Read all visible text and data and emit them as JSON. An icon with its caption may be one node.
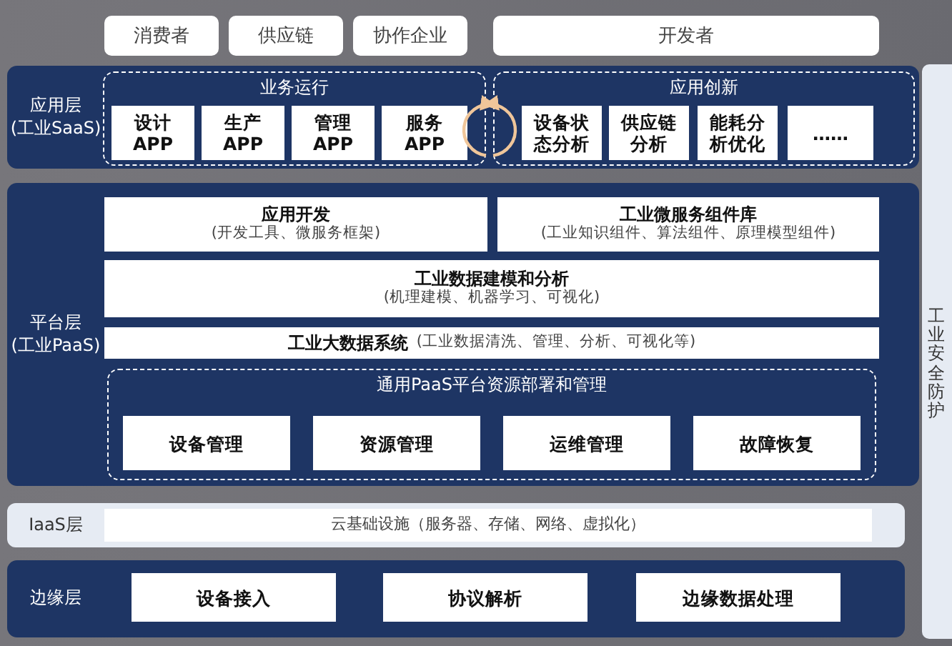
{
  "diagram": {
    "nodes": [
      {
        "text": [
          "消费者"
        ]
      },
      {
        "text": [
          "供应链"
        ]
      },
      {
        "text": [
          "协作企业"
        ]
      },
      {
        "text": [
          "开发者"
        ]
      },
      {
        "text": [
          "应用层 (工业SaaS)"
        ]
      },
      {
        "text": [
          "业务运行"
        ],
        "in": 4
      },
      {
        "text": [
          "设计 APP"
        ],
        "in": 5
      },
      {
        "text": [
          "生产 APP"
        ],
        "in": 5
      },
      {
        "text": [
          "管理 APP"
        ],
        "in": 5
      },
      {
        "text": [
          "服务 APP"
        ],
        "in": 5
      },
      {
        "text": [
          "应用创新"
        ],
        "in": 4
      },
      {
        "text": [
          "设备状态分析"
        ],
        "in": 10
      },
      {
        "text": [
          "供应链分析"
        ],
        "in": 10
      },
      {
        "text": [
          "能耗分析优化"
        ],
        "in": 10
      },
      {
        "text": [
          "……"
        ],
        "in": 10
      },
      {
        "text": [
          "平台层 (工业PaaS)"
        ]
      },
      {
        "text": [
          "应用开发",
          "(开发工具、微服务框架)"
        ],
        "in": 15
      },
      {
        "text": [
          "工业微服务组件库",
          "(工业知识组件、算法组件、原理模型组件)"
        ],
        "in": 15
      },
      {
        "text": [
          "工业数据建模和分析",
          "(机理建模、机器学习、可视化)"
        ],
        "in": 15
      },
      {
        "text": [
          "工业大数据系统",
          "(工业数据清洗、管理、分析、可视化等)"
        ],
        "in": 15
      },
      {
        "text": [
          "通用PaaS平台资源部署和管理"
        ],
        "in": 15
      },
      {
        "text": [
          "设备管理"
        ],
        "in": 20
      },
      {
        "text": [
          "资源管理"
        ],
        "in": 20
      },
      {
        "text": [
          "运维管理"
        ],
        "in": 20
      },
      {
        "text": [
          "故障恢复"
        ],
        "in": 20
      },
      {
        "text": [
          "IaaS层"
        ]
      },
      {
        "text": [
          "云基础设施（服务器、存储、网络、虚拟化）"
        ],
        "in": 25
      },
      {
        "text": [
          "边缘层"
        ]
      },
      {
        "text": [
          "设备接入"
        ],
        "in": 27
      },
      {
        "text": [
          "协议解析"
        ],
        "in": 27
      },
      {
        "text": [
          "边缘数据处理"
        ],
        "in": 27
      },
      {
        "text": [
          "工业安全防护"
        ]
      }
    ],
    "edges": [
      {
        "from": 5,
        "to": 10,
        "arrow": "to"
      },
      {
        "from": 10,
        "to": 5,
        "arrow": "to"
      }
    ]
  }
}
